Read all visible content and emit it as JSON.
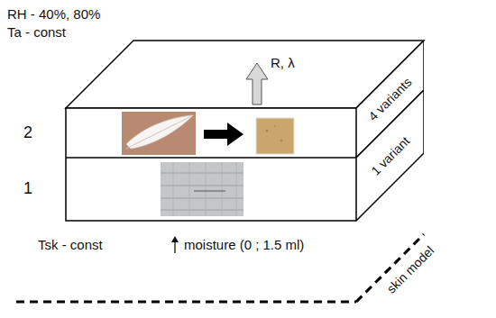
{
  "diagram": {
    "nodes": [
      {
        "text": [
          "4 variants"
        ]
      },
      {
        "text": [
          "1 variant"
        ]
      }
    ],
    "labels": [
      "RH - 40%, 80%",
      "Ta - const",
      "R, λ",
      "2",
      "1",
      "Tsk - const",
      "moisture (0 ; 1.5 ml)",
      "skin model"
    ]
  }
}
